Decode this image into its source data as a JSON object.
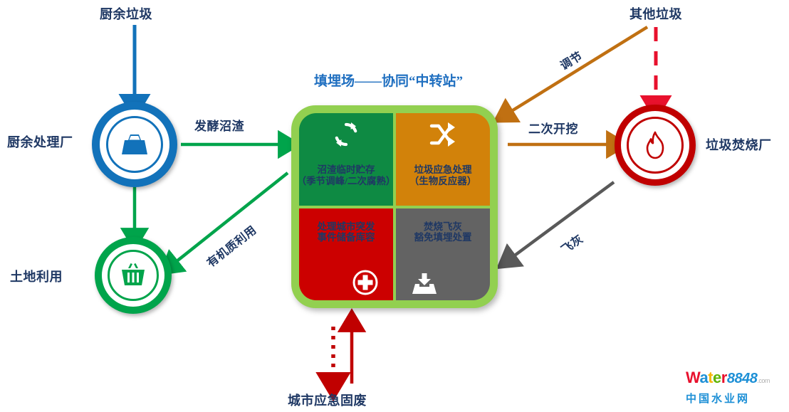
{
  "diagram": {
    "title_center": "填埋场——协同“中转站”",
    "nodes": {
      "food_waste": {
        "label": "厨余垃圾",
        "icon": "trash-icon"
      },
      "food_plant": {
        "label": "厨余处理厂",
        "icon": "inbox-tray-icon",
        "color": "#1272BA"
      },
      "land_use": {
        "label": "土地利用",
        "icon": "basket-icon",
        "color": "#00A44B"
      },
      "other_waste": {
        "label": "其他垃圾",
        "icon": "waste-icon"
      },
      "incinerator": {
        "label": "垃圾焚烧厂",
        "icon": "flame-icon",
        "color": "#C00000"
      },
      "urban_emergency_waste": {
        "label": "城市应急固废"
      }
    },
    "quadrants": [
      {
        "id": "top-left",
        "icon": "refresh-cycle-icon",
        "line1": "沼渣临时贮存",
        "line2": "（季节调峰/二次腐熟）",
        "color": "#0E8A43"
      },
      {
        "id": "top-right",
        "icon": "shuffle-icon",
        "line1": "垃圾应急处理",
        "line2": "（生物反应器）",
        "color": "#D2820A"
      },
      {
        "id": "bottom-left",
        "icon": "first-aid-plus-icon",
        "line1": "处理城市突发",
        "line2": "事件储备库容",
        "color": "#CC0000"
      },
      {
        "id": "bottom-right",
        "icon": "download-tray-icon",
        "line1": "焚烧飞灰",
        "line2": "豁免填埋处置",
        "color": "#636363"
      }
    ],
    "arrows": [
      {
        "id": "food-waste-to-plant",
        "label": "",
        "color": "#1272BA",
        "style": "solid"
      },
      {
        "id": "plant-to-panel",
        "label": "发酵沼渣",
        "color": "#00A44B",
        "style": "solid"
      },
      {
        "id": "plant-to-landuse",
        "label": "",
        "color": "#00A44B",
        "style": "solid"
      },
      {
        "id": "panel-to-landuse",
        "label": "有机质利用",
        "color": "#00A44B",
        "style": "solid"
      },
      {
        "id": "other-waste-to-incinerator",
        "label": "",
        "color": "#E8112D",
        "style": "dashed"
      },
      {
        "id": "other-waste-to-panel",
        "label": "调节",
        "color": "#C07012",
        "style": "solid"
      },
      {
        "id": "panel-to-incinerator",
        "label": "二次开挖",
        "color": "#C07012",
        "style": "solid"
      },
      {
        "id": "incinerator-to-panel",
        "label": "飞灰",
        "color": "#595959",
        "style": "solid"
      },
      {
        "id": "panel-to-emergency",
        "label": "",
        "color": "#C00000",
        "style": "dotted"
      },
      {
        "id": "emergency-to-panel",
        "label": "",
        "color": "#C00000",
        "style": "solid"
      }
    ],
    "watermark": {
      "w": "W",
      "a": "a",
      "t": "t",
      "e": "e",
      "r": "r",
      "number": "8848",
      "dotcom": ".com",
      "subtitle": "中国水业网"
    }
  }
}
